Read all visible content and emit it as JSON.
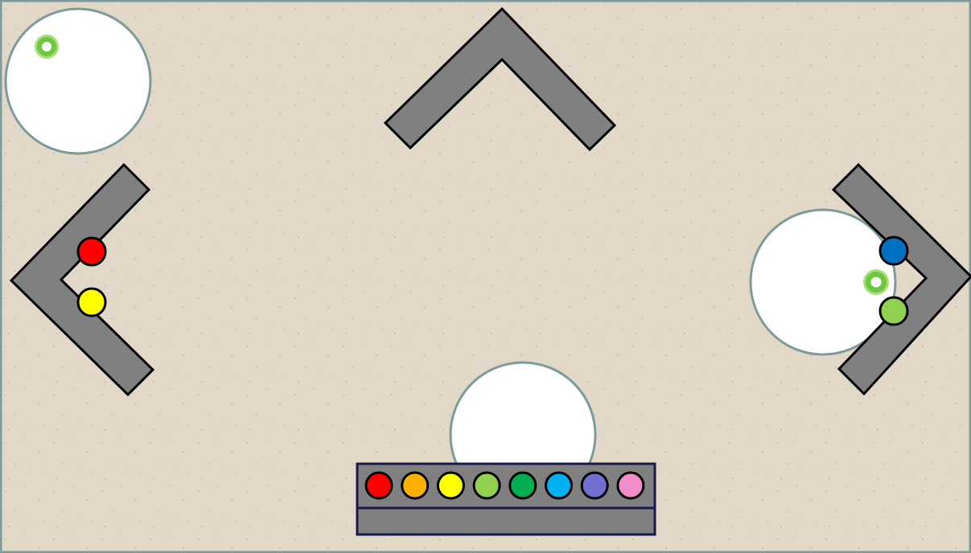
{
  "board": {
    "background_color": "#e2d8c8",
    "border_color": "#7f9a9a",
    "speckle_color": "#b9ad9b"
  },
  "colors": {
    "red": "#ff0000",
    "orange": "#ffb000",
    "yellow": "#ffff00",
    "lightgreen": "#92d050",
    "green": "#00b050",
    "cyan": "#00b0f0",
    "indigo": "#7070d0",
    "pink": "#f08cc8",
    "blue": "#0070c0",
    "wall": "#808080",
    "wall_outline": "#000000",
    "target_fill": "#ffffff",
    "target_outline": "#7f9a9a",
    "ring_outer": "#7cd04c",
    "ring_inner": "#ffffff",
    "tray_outline": "#1a1a4a"
  },
  "walls": [
    {
      "id": "top-chevron",
      "shape": "chevron-up"
    },
    {
      "id": "left-chevron",
      "shape": "chevron-left"
    },
    {
      "id": "right-chevron",
      "shape": "chevron-right"
    }
  ],
  "targets": [
    {
      "id": "top-left",
      "has_marker": true
    },
    {
      "id": "right",
      "has_marker": true
    },
    {
      "id": "bottom",
      "has_marker": false
    }
  ],
  "placed_balls": [
    {
      "wall": "left-chevron",
      "color": "red"
    },
    {
      "wall": "left-chevron",
      "color": "yellow"
    },
    {
      "wall": "right-chevron",
      "color": "blue"
    },
    {
      "wall": "right-chevron",
      "color": "lightgreen"
    }
  ],
  "tray": {
    "balls": [
      "red",
      "orange",
      "yellow",
      "lightgreen",
      "green",
      "cyan",
      "indigo",
      "pink"
    ]
  }
}
